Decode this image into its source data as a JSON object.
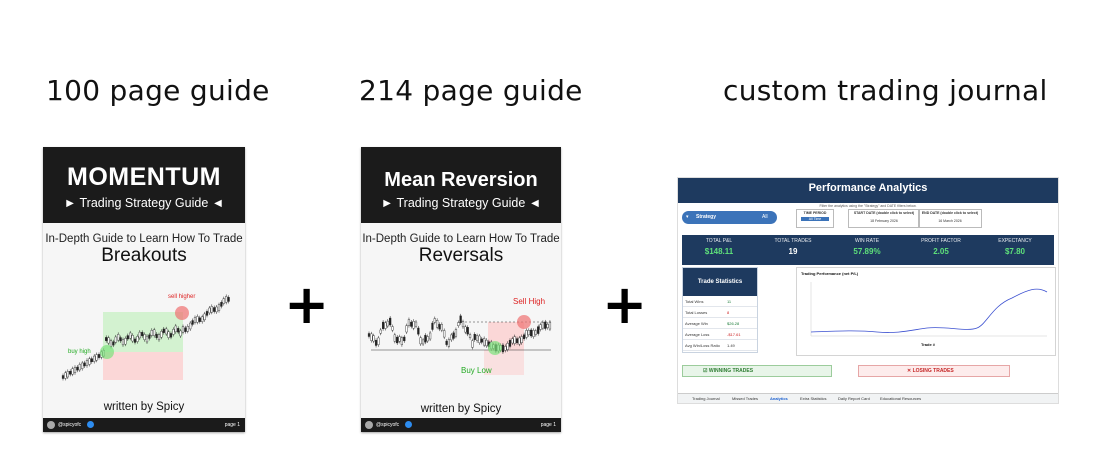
{
  "headers": {
    "guide1": "100 page guide",
    "guide2": "214 page guide",
    "journal": "custom trading journal"
  },
  "plus_signs": [
    "+",
    "+"
  ],
  "book1": {
    "title": "MOMENTUM",
    "subtitle": "► Trading Strategy Guide ◄",
    "tagline": "In-Depth Guide to Learn How To Trade",
    "topic": "Breakouts",
    "label_high": "sell higher",
    "label_low": "buy high",
    "author": "written by Spicy",
    "handle": "@spicyofc",
    "page": "page 1"
  },
  "book2": {
    "title": "Mean Reversion",
    "subtitle": "► Trading Strategy Guide ◄",
    "tagline": "In-Depth Guide to Learn How To Trade",
    "topic": "Reversals",
    "label_high": "Sell High",
    "label_low": "Buy Low",
    "author": "written by Spicy",
    "handle": "@spicyofc",
    "page": "page 1"
  },
  "journal": {
    "title": "Performance Analytics",
    "note": "Filter the analytics using the \"Strategy\" and DATE filters below.",
    "strategy_label": "Strategy",
    "strategy_value": "All",
    "time_period_label": "TIME PERIOD",
    "time_period_value": "All Time",
    "start_label": "START DATE (double click to select)",
    "start_value": "18 February 2026",
    "end_label": "END DATE (double click to select)",
    "end_value": "16 March 2026",
    "kpis": [
      {
        "label": "TOTAL P&L",
        "value": "$148.11"
      },
      {
        "label": "TOTAL TRADES",
        "value": "19"
      },
      {
        "label": "WIN RATE",
        "value": "57.89%"
      },
      {
        "label": "PROFIT FACTOR",
        "value": "2.05"
      },
      {
        "label": "EXPECTANCY",
        "value": "$7.80"
      }
    ],
    "stats_title": "Trade Statistics",
    "stats": [
      {
        "label": "Total Wins",
        "value": "11"
      },
      {
        "label": "Total Losses",
        "value": "8"
      },
      {
        "label": "Average Win",
        "value": "$26.28"
      },
      {
        "label": "Average Loss",
        "value": "-$17.61"
      },
      {
        "label": "Avg Win/Loss Ratio",
        "value": "1.49"
      }
    ],
    "chart_title": "Trading Performance (net P/L)",
    "chart_xlabel": "Trade #",
    "winning_label": "WINNING TRADES",
    "losing_label": "LOSING TRADES",
    "tabs": [
      "Trading Journal",
      "Missed Trades",
      "Analytics",
      "Extra Statistics",
      "Daily Report Card",
      "Educational Resources"
    ]
  },
  "colors": {
    "navy": "#1e3a5f",
    "kpi_green": "#5ee07a",
    "green_zone": "#d3f2d0",
    "red_zone": "#fbd7d7"
  }
}
